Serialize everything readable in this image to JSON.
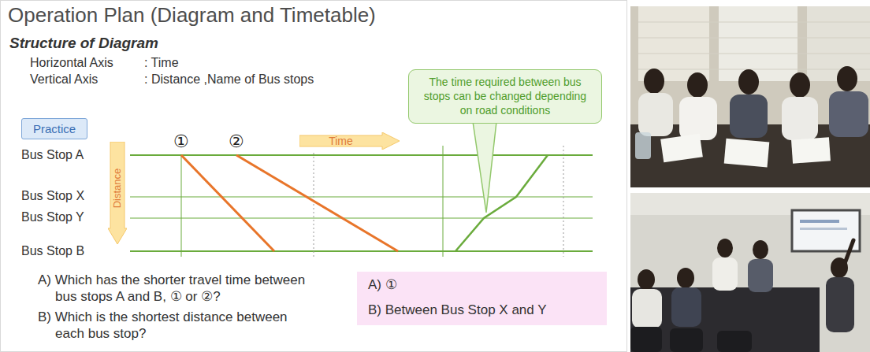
{
  "diagram": {
    "title": "Operation Plan (Diagram and Timetable)",
    "nodes": [
      {
        "text": [
          "Practice"
        ]
      },
      {
        "text": [
          "Time"
        ]
      },
      {
        "text": [
          "Distance"
        ]
      },
      {
        "text": [
          "The time required between bus stops can be changed depending on road conditions"
        ]
      },
      {
        "text": [
          "A) ①",
          "B) Between Bus Stop X and Y"
        ]
      }
    ],
    "labels": [
      "Structure of Diagram",
      "Horizontal Axis",
      ": Time",
      "Vertical Axis",
      ": Distance ,Name of Bus stops",
      "①",
      "②",
      "Bus Stop A",
      "Bus Stop X",
      "Bus Stop Y",
      "Bus Stop B",
      "A) Which has the shorter travel time between bus stops A and B, ① or ②?",
      "B) Which is the shortest distance between each bus stop?"
    ]
  }
}
